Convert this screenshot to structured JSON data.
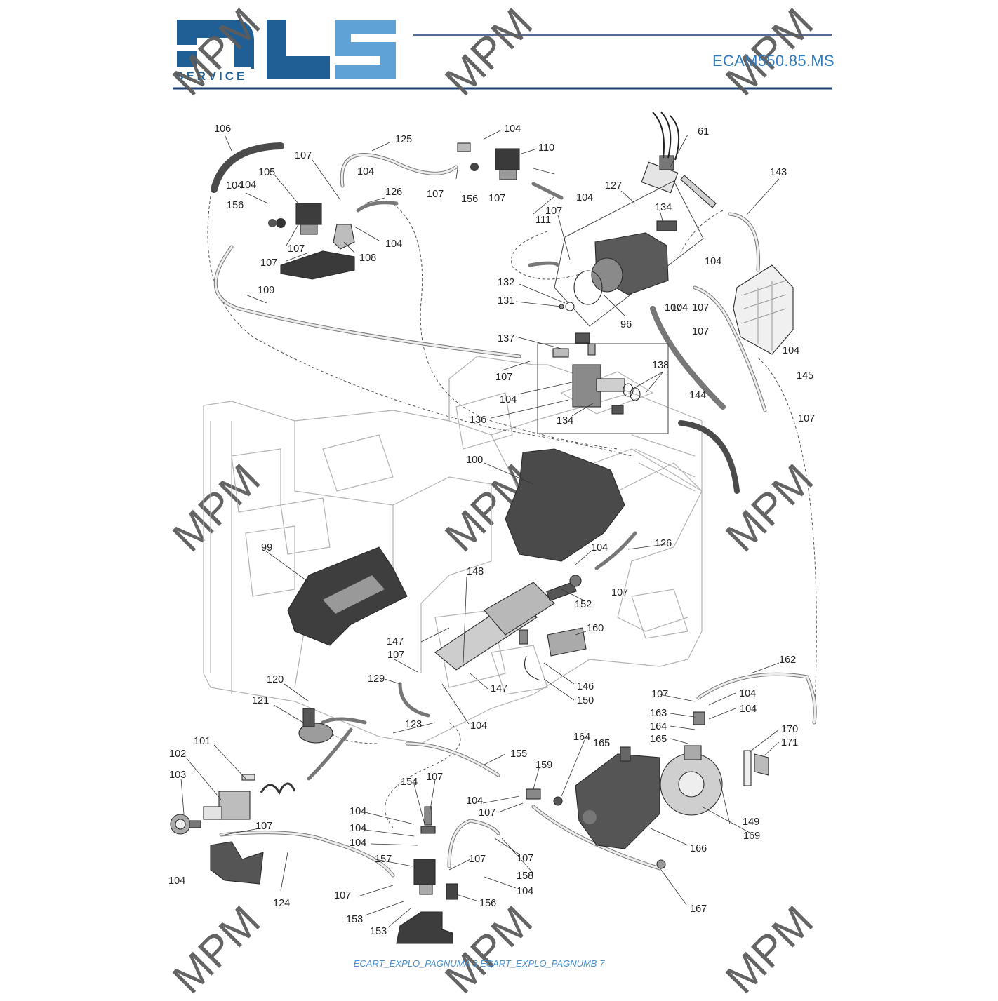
{
  "header": {
    "logo_letters": "DLS",
    "logo_sub": "SERVICE",
    "model": "ECAM550.85.MS"
  },
  "watermark": "MPM",
  "footer": {
    "reference": "ECART_EXPLO_PAGNUMA 3 ECART_EXPLO_PAGNUMB 7"
  },
  "colors": {
    "brand_dark": "#1f5f95",
    "brand_light": "#5fa3d6",
    "rule": "#1f3f73",
    "title": "#2f7bbd"
  },
  "callouts": [
    "106",
    "107",
    "125",
    "104",
    "110",
    "61",
    "143",
    "105",
    "104",
    "104",
    "156",
    "104",
    "126",
    "107",
    "107",
    "156",
    "107",
    "111",
    "104",
    "127",
    "107",
    "134",
    "107",
    "104",
    "108",
    "109",
    "107",
    "104",
    "132",
    "131",
    "104",
    "107",
    "96",
    "107",
    "137",
    "107",
    "138",
    "104",
    "144",
    "145",
    "107",
    "136",
    "134",
    "104",
    "100",
    "99",
    "104",
    "126",
    "148",
    "107",
    "152",
    "160",
    "147",
    "107",
    "162",
    "129",
    "120",
    "147",
    "146",
    "107",
    "104",
    "104",
    "121",
    "123",
    "104",
    "150",
    "163",
    "164",
    "165",
    "170",
    "171",
    "101",
    "155",
    "164",
    "165",
    "102",
    "159",
    "103",
    "154",
    "107",
    "104",
    "104",
    "104",
    "107",
    "104",
    "149",
    "107",
    "169",
    "157",
    "107",
    "166",
    "107",
    "158",
    "104",
    "104",
    "124",
    "107",
    "156",
    "153",
    "153",
    "167"
  ]
}
